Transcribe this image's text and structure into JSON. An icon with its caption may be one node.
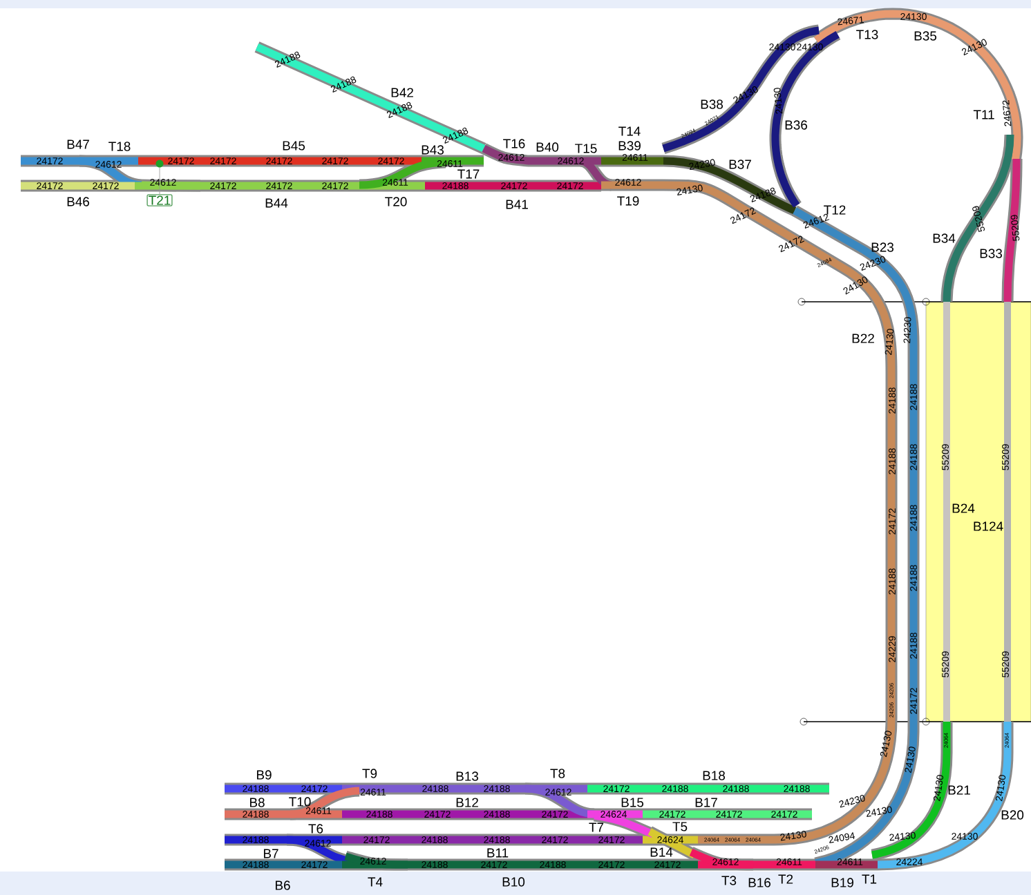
{
  "diagram": {
    "nodes": [
      {
        "text": [],
        "shape": "circle"
      },
      {
        "text": [
          "T21"
        ]
      }
    ],
    "edges": [
      {
        "from": 0,
        "to": 1,
        "arrow": "none"
      }
    ],
    "labels": [
      "B42",
      "24188",
      "24188",
      "24188",
      "24188",
      "B47",
      "T18",
      "B45",
      "B43",
      "T16",
      "B40",
      "T15",
      "T14",
      "B39",
      "24172",
      "24612",
      "24172",
      "24172",
      "24172",
      "24172",
      "24172",
      "24611",
      "24612",
      "24612",
      "24611",
      "T17",
      "24172",
      "24172",
      "24612",
      "24172",
      "24172",
      "24172",
      "24611",
      "24188",
      "24172",
      "24172",
      "24612",
      "B46",
      "B44",
      "T20",
      "B41",
      "T19",
      "24671",
      "24130",
      "T13",
      "B35",
      "24130",
      "24130",
      "24130",
      "24130",
      "B36",
      "24130",
      "B38",
      "24071",
      "24094",
      "T11",
      "24672",
      "24130",
      "24230",
      "B37",
      "24188",
      "24172",
      "24172",
      "24084",
      "T12",
      "24612",
      "B23",
      "24230",
      "24130",
      "55209",
      "B34",
      "55209",
      "B33",
      "B22",
      "24130",
      "24188",
      "24188",
      "24172",
      "24188",
      "24229",
      "24206",
      "24206",
      "24230",
      "24188",
      "24188",
      "24188",
      "24188",
      "24188",
      "24172",
      "55209",
      "55209",
      "B24",
      "B124",
      "55209",
      "55209",
      "24064",
      "24064",
      "24130",
      "24130",
      "24130",
      "B21",
      "24130",
      "B20",
      "B18",
      "24230",
      "24130",
      "B15",
      "B17",
      "T5",
      "24624",
      "24064",
      "24064",
      "24064",
      "24130",
      "24094",
      "24206",
      "24130",
      "24130",
      "B14",
      "24612",
      "24611",
      "24611",
      "24224",
      "T3",
      "B16",
      "T2",
      "B19",
      "T1",
      "B9",
      "T9",
      "B13",
      "T8",
      "24188",
      "24172",
      "24611",
      "24188",
      "24188",
      "24612",
      "24172",
      "24188",
      "24188",
      "24188",
      "B8",
      "T10",
      "B12",
      "24188",
      "24611",
      "24188",
      "24172",
      "24188",
      "24172",
      "24624",
      "24172",
      "24172",
      "24172",
      "T6",
      "T7",
      "24188",
      "24612",
      "24172",
      "24188",
      "24188",
      "24172",
      "24172",
      "B7",
      "B11",
      "24188",
      "24172",
      "24612",
      "24188",
      "24172",
      "24188",
      "24172",
      "24172",
      "B6",
      "T4",
      "B10"
    ]
  }
}
